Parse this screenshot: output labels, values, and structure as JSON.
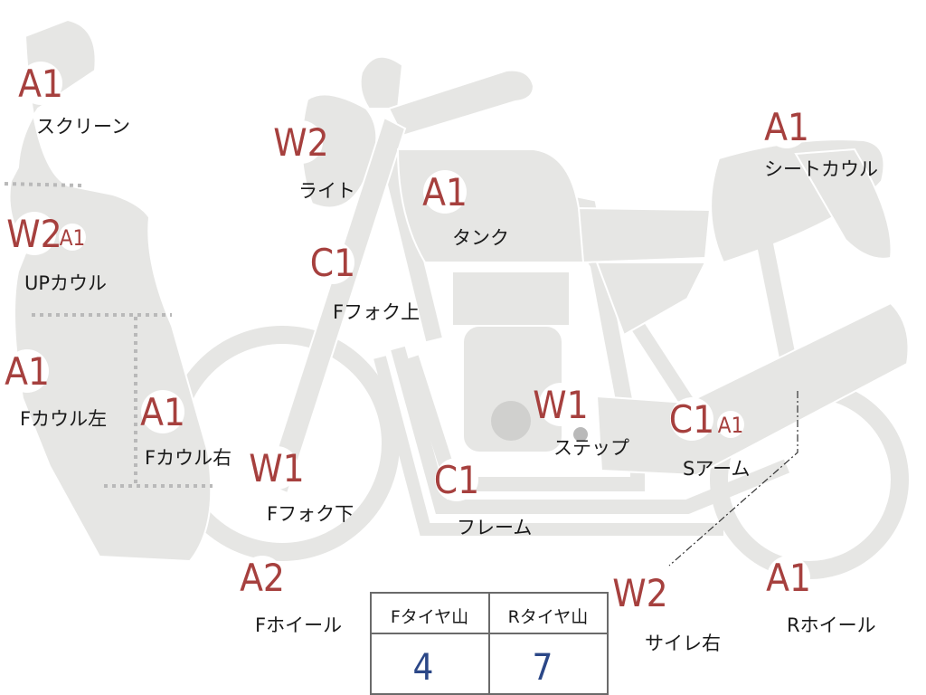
{
  "parts": [
    {
      "id": "screen",
      "code": "A1",
      "label": "スクリーン"
    },
    {
      "id": "light",
      "code": "W2",
      "label": "ライト"
    },
    {
      "id": "tank",
      "code": "A1",
      "label": "タンク"
    },
    {
      "id": "seat-cowl",
      "code": "A1",
      "label": "シートカウル"
    },
    {
      "id": "up-cowl",
      "code": "W2",
      "code2": "A1",
      "label": "UPカウル"
    },
    {
      "id": "fork-upper",
      "code": "C1",
      "label": "Fフォク上"
    },
    {
      "id": "cowl-left",
      "code": "A1",
      "label": "Fカウル左"
    },
    {
      "id": "cowl-right",
      "code": "A1",
      "label": "Fカウル右"
    },
    {
      "id": "step",
      "code": "W1",
      "label": "ステップ"
    },
    {
      "id": "swing-arm",
      "code": "C1",
      "code2": "A1",
      "label": "Sアーム"
    },
    {
      "id": "fork-lower",
      "code": "W1",
      "label": "Fフォク下"
    },
    {
      "id": "frame",
      "code": "C1",
      "label": "フレーム"
    },
    {
      "id": "front-wheel",
      "code": "A2",
      "label": "Fホイール"
    },
    {
      "id": "muffler-right",
      "code": "W2",
      "label": "サイレ右"
    },
    {
      "id": "rear-wheel",
      "code": "A1",
      "label": "Rホイール"
    }
  ],
  "tire_table": {
    "headers": [
      "Fタイヤ山",
      "Rタイヤ山"
    ],
    "values": [
      "4",
      "7"
    ]
  },
  "colors": {
    "part_fill": "#e6e6e4",
    "code_red": "#a6403e",
    "value_blue": "#2b4787",
    "dotted_line": "#b9b9b9"
  }
}
